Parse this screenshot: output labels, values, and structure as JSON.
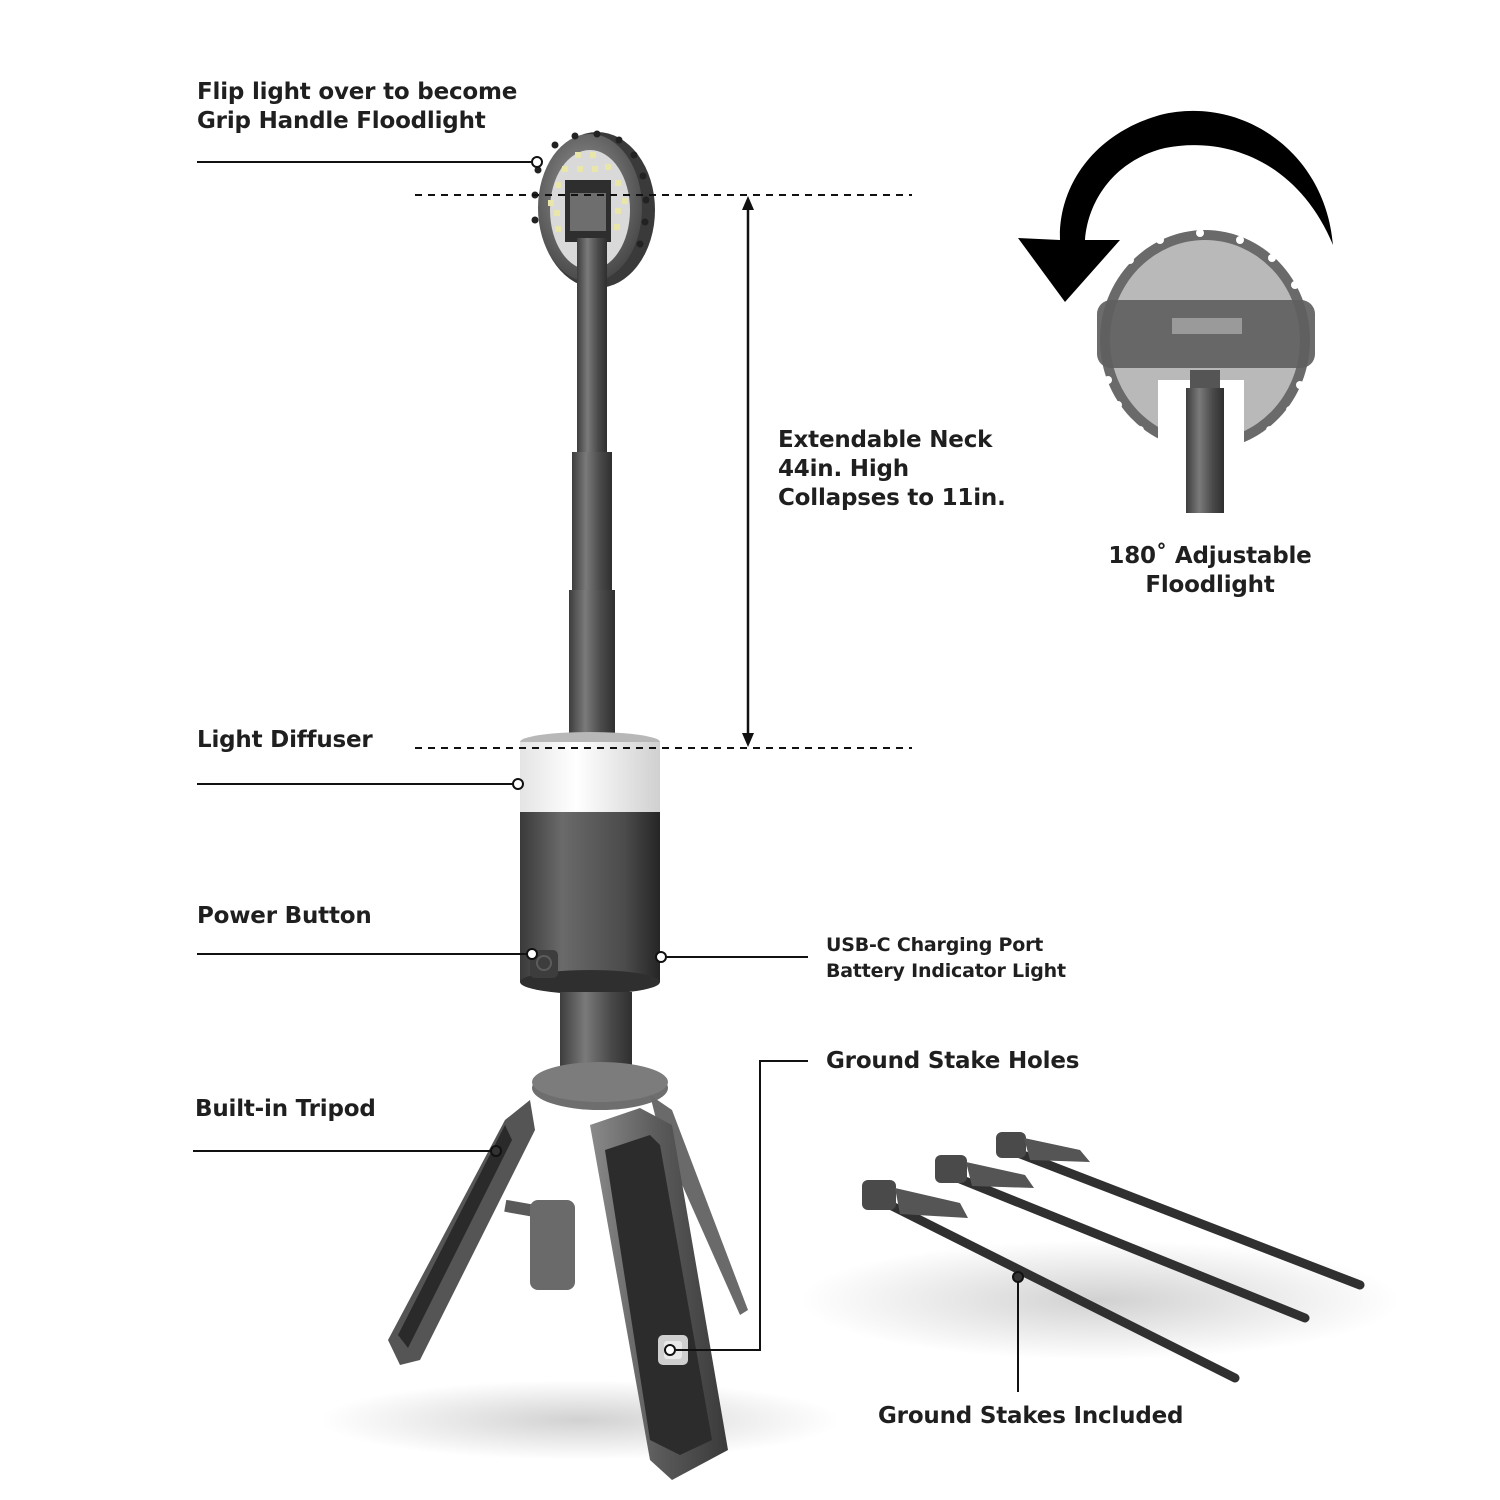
{
  "diagram": {
    "subject": "Telescoping floodlight with built-in tripod",
    "callouts": {
      "grip_handle": {
        "lines": [
          "Flip light over to become",
          "Grip Handle Floodlight"
        ]
      },
      "neck": {
        "lines": [
          "Extendable Neck",
          "44in. High",
          "Collapses to 11in."
        ]
      },
      "adjustable": {
        "lines": [
          "180˚ Adjustable",
          "Floodlight"
        ]
      },
      "diffuser": {
        "lines": [
          "Light Diffuser"
        ]
      },
      "power": {
        "lines": [
          "Power Button"
        ]
      },
      "usb": {
        "lines": [
          "USB-C Charging Port",
          "Battery Indicator Light"
        ]
      },
      "stake_holes": {
        "lines": [
          "Ground Stake Holes"
        ]
      },
      "tripod": {
        "lines": [
          "Built-in Tripod"
        ]
      },
      "stakes": {
        "lines": [
          "Ground Stakes Included"
        ]
      }
    },
    "dimension": {
      "max_height": "44in.",
      "collapsed_height": "11in."
    },
    "rotation_degrees": "180",
    "colors": {
      "text": "#1f1f1f",
      "leader_line": "#111111",
      "body_dark": "#4a4a4a",
      "body_mid": "#6b6b6b",
      "diffuser": "#f4f4f4",
      "led": "#e8e6a8",
      "arrow": "#000000"
    },
    "icons": [
      "rotate-arrow-icon",
      "power-icon",
      "stake-hole-icon",
      "dimension-arrow-icon"
    ]
  }
}
